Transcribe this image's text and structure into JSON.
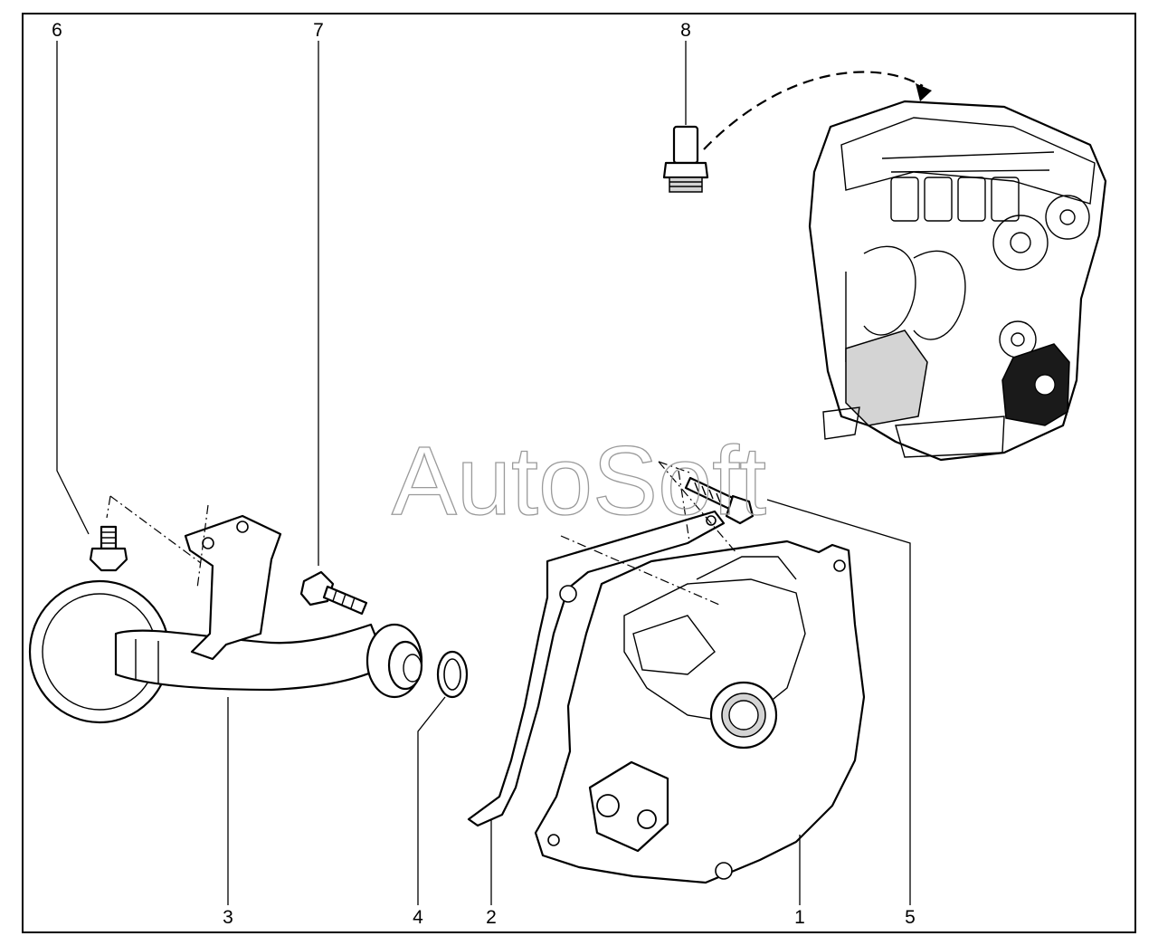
{
  "callouts": [
    {
      "id": "1",
      "label": "1"
    },
    {
      "id": "2",
      "label": "2"
    },
    {
      "id": "3",
      "label": "3"
    },
    {
      "id": "4",
      "label": "4"
    },
    {
      "id": "5",
      "label": "5"
    },
    {
      "id": "6",
      "label": "6"
    },
    {
      "id": "7",
      "label": "7"
    },
    {
      "id": "8",
      "label": "8"
    }
  ],
  "watermark": "AutoSoft",
  "colors": {
    "line": "#000000",
    "background": "#ffffff",
    "watermark": "#9a9a9a"
  }
}
